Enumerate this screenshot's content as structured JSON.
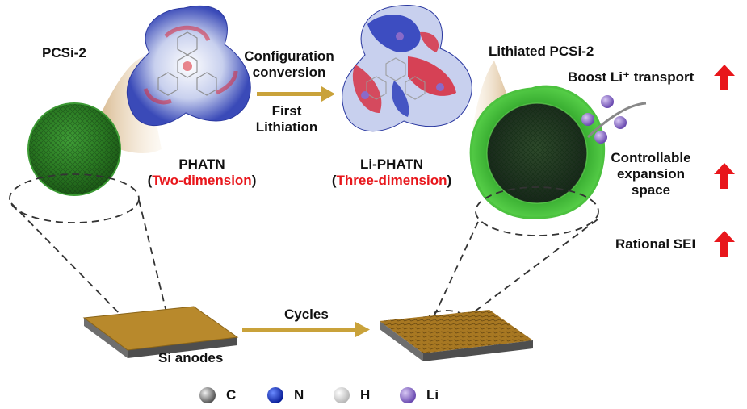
{
  "labels": {
    "pcsi2": "PCSi-2",
    "lithiated_pcsi2": "Lithiated PCSi-2",
    "conversion_line1": "Configuration",
    "conversion_line2": "conversion",
    "lithiation_line1": "First",
    "lithiation_line2": "Lithiation",
    "phatn": "PHATN",
    "phatn_dim_open": "(",
    "phatn_dim": "Two-dimension",
    "phatn_dim_close": ")",
    "li_phatn": "Li-PHATN",
    "li_phatn_dim_open": "(",
    "li_phatn_dim": "Three-dimension",
    "li_phatn_dim_close": ")",
    "cycles": "Cycles",
    "si_anodes": "Si anodes"
  },
  "benefits": [
    {
      "lines": [
        "Boost Li⁺ transport"
      ]
    },
    {
      "lines": [
        "Controllable",
        "expansion",
        "space"
      ]
    },
    {
      "lines": [
        "Rational SEI"
      ]
    }
  ],
  "legend": [
    {
      "symbol": "C",
      "color": "#8a8a8a"
    },
    {
      "symbol": "N",
      "color": "#1030c8"
    },
    {
      "symbol": "H",
      "color": "#e4e4e4"
    },
    {
      "symbol": "Li",
      "color": "#8a6ac8"
    }
  ],
  "colors": {
    "accent_red": "#e8161b",
    "arrow_gold": "#c9a23a",
    "particle_green": "#2f9a2a",
    "anode_brown": "#a87822"
  }
}
